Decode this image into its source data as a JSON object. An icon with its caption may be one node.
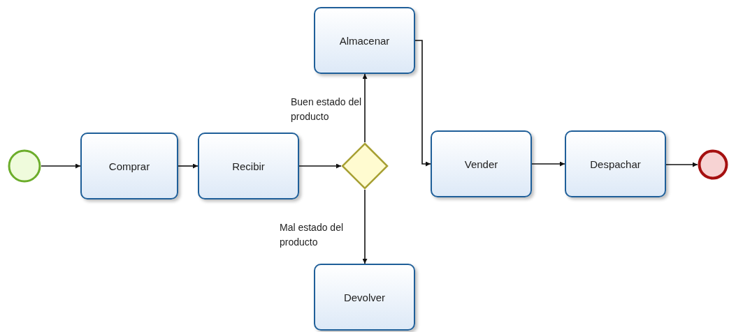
{
  "diagram": {
    "nodes": [
      {
        "text": [],
        "shape": "circle"
      },
      {
        "text": [
          "Comprar"
        ]
      },
      {
        "text": [
          "Recibir"
        ]
      },
      {
        "text": [],
        "shape": "diamond"
      },
      {
        "text": [
          "Almacenar"
        ]
      },
      {
        "text": [
          "Devolver"
        ]
      },
      {
        "text": [
          "Vender"
        ]
      },
      {
        "text": [
          "Despachar"
        ]
      },
      {
        "text": [],
        "shape": "circle"
      }
    ],
    "edges": [
      {
        "from": 0,
        "to": 1,
        "arrow": "to"
      },
      {
        "from": 1,
        "to": 2,
        "arrow": "to"
      },
      {
        "from": 2,
        "to": 3,
        "arrow": "to"
      },
      {
        "from": 3,
        "to": 4,
        "arrow": "to",
        "label": "Buen estado del producto"
      },
      {
        "from": 3,
        "to": 5,
        "arrow": "to",
        "label": "Mal estado del producto"
      },
      {
        "from": 4,
        "to": 6,
        "arrow": "to"
      },
      {
        "from": 6,
        "to": 7,
        "arrow": "to"
      },
      {
        "from": 7,
        "to": 8,
        "arrow": "to"
      }
    ]
  }
}
